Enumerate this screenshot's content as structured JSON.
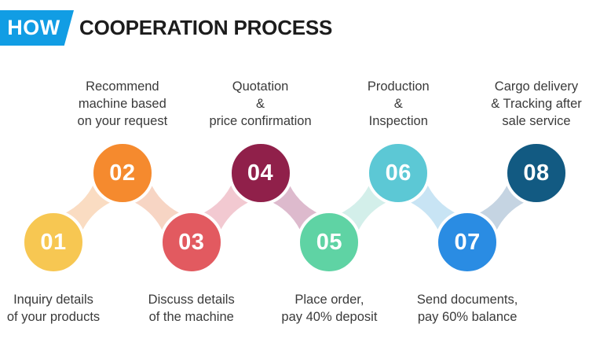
{
  "header": {
    "badge": "HOW",
    "title": "COOPERATION PROCESS",
    "badge_color": "#119DE4",
    "badge_text_color": "#FFFFFF",
    "title_color": "#1C1C1C"
  },
  "diagram": {
    "label_text_color": "#3A3A3A",
    "number_text_color": "#FFFFFF",
    "steps": [
      {
        "number": "01",
        "row": "bottom",
        "color": "#F7C752",
        "label_lines": [
          "Inquiry details",
          "of your products"
        ]
      },
      {
        "number": "02",
        "row": "top",
        "color": "#F58A2E",
        "label_lines": [
          "Recommend",
          "machine based",
          "on your request"
        ]
      },
      {
        "number": "03",
        "row": "bottom",
        "color": "#E25A60",
        "label_lines": [
          "Discuss details",
          "of the machine"
        ]
      },
      {
        "number": "04",
        "row": "top",
        "color": "#90204A",
        "label_lines": [
          "Quotation",
          "&",
          "price confirmation"
        ]
      },
      {
        "number": "05",
        "row": "bottom",
        "color": "#5FD3A4",
        "label_lines": [
          "Place order,",
          "pay 40% deposit"
        ]
      },
      {
        "number": "06",
        "row": "top",
        "color": "#5CC8D5",
        "label_lines": [
          "Production",
          "&",
          "Inspection"
        ]
      },
      {
        "number": "07",
        "row": "bottom",
        "color": "#2A8CE3",
        "label_lines": [
          "Send documents,",
          "pay 60% balance"
        ]
      },
      {
        "number": "08",
        "row": "top",
        "color": "#125A82",
        "label_lines": [
          "Cargo delivery",
          "& Tracking after",
          "sale service"
        ]
      }
    ],
    "connector_colors": [
      "#FADCC2",
      "#F7D5C4",
      "#F2C9D1",
      "#DDBACD",
      "#D3EFEA",
      "#C8E4F4",
      "#C5D4E2"
    ]
  }
}
